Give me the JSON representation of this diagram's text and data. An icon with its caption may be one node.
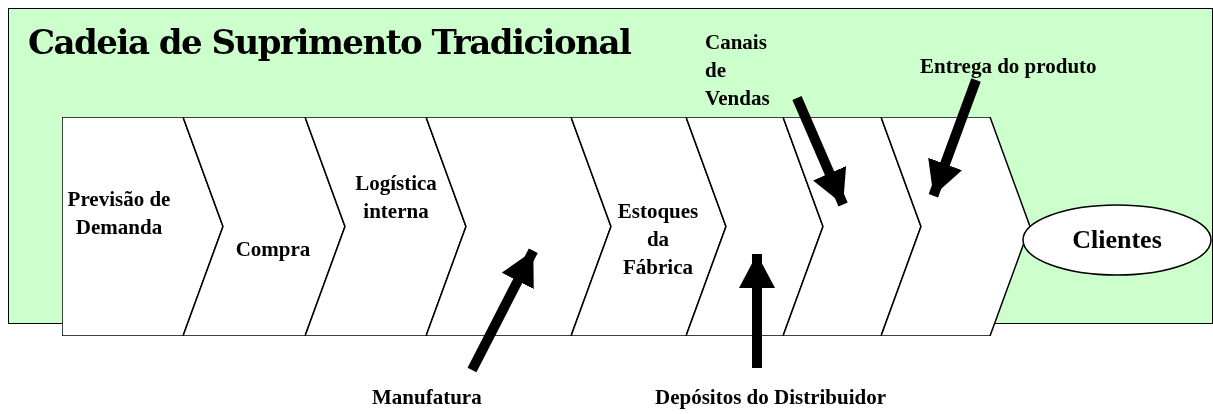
{
  "diagram": {
    "title": "Cadeia de Suprimento Tradicional",
    "nodes": [
      {
        "text": [
          "Previsão de Demanda"
        ]
      },
      {
        "text": [
          "Compra"
        ]
      },
      {
        "text": [
          "Logística interna"
        ]
      },
      {
        "text": [],
        "shape": "chevron"
      },
      {
        "text": [
          "Estoques da Fábrica"
        ]
      },
      {
        "text": [],
        "shape": "chevron"
      },
      {
        "text": [],
        "shape": "chevron"
      },
      {
        "text": [],
        "shape": "chevron"
      },
      {
        "text": [
          "Clientes"
        ]
      },
      {
        "text": [
          "Manufatura"
        ]
      },
      {
        "text": [
          "Depósitos do Distribuidor"
        ]
      },
      {
        "text": [
          "Canais de Vendas"
        ]
      },
      {
        "text": [
          "Entrega do produto"
        ]
      }
    ],
    "edges": [
      {
        "from": 9,
        "to": 3,
        "arrow": "to"
      },
      {
        "from": 10,
        "to": 5,
        "arrow": "to"
      },
      {
        "from": 11,
        "to": 6,
        "arrow": "to"
      },
      {
        "from": 12,
        "to": 7,
        "arrow": "to"
      }
    ]
  }
}
